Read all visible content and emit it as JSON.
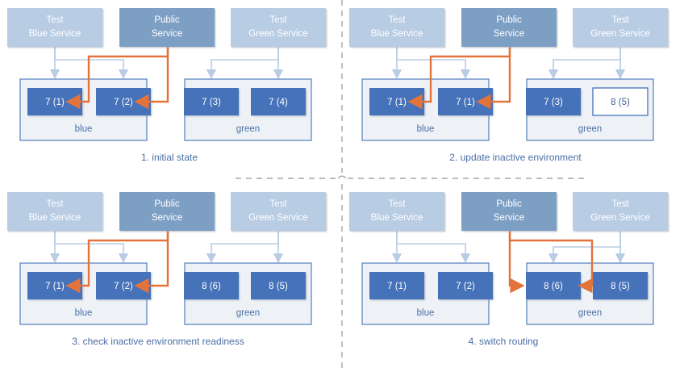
{
  "diagram": {
    "title_present": false,
    "colors": {
      "test_service_fill": "#b8cce4",
      "public_service_fill": "#7e9fc4",
      "version_box_fill": "#4472b8",
      "version_box_inactive_fill": "#ffffff",
      "version_box_inactive_border": "#4472b8",
      "env_container_fill": "#eef2f7",
      "env_container_border": "#4472b8",
      "connector_blue": "#b8cce4",
      "connector_orange": "#e2733b",
      "caption_text": "#4a6fa5",
      "divider": "#a6a6a6",
      "service_text": "#ffffff"
    },
    "panels": [
      {
        "id": "panel-1",
        "caption": "1. initial state",
        "services": [
          {
            "name": "test-blue-service",
            "line1": "Test",
            "line2": "Blue Service",
            "style": "light"
          },
          {
            "name": "public-service",
            "line1": "Public",
            "line2": "Service",
            "style": "dark"
          },
          {
            "name": "test-green-service",
            "line1": "Test",
            "line2": "Green Service",
            "style": "light"
          }
        ],
        "environments": [
          {
            "name": "blue",
            "label": "blue",
            "instances": [
              {
                "label": "7 (1)",
                "state": "active"
              },
              {
                "label": "7 (2)",
                "state": "active"
              }
            ]
          },
          {
            "name": "green",
            "label": "green",
            "instances": [
              {
                "label": "7 (3)",
                "state": "active"
              },
              {
                "label": "7 (4)",
                "state": "active"
              }
            ]
          }
        ],
        "routing": {
          "public_traffic_target_env": "blue",
          "public_targets": [
            "7 (1)",
            "7 (2)"
          ]
        }
      },
      {
        "id": "panel-2",
        "caption": "2. update inactive environment",
        "services": [
          {
            "name": "test-blue-service",
            "line1": "Test",
            "line2": "Blue Service",
            "style": "light"
          },
          {
            "name": "public-service",
            "line1": "Public",
            "line2": "Service",
            "style": "dark"
          },
          {
            "name": "test-green-service",
            "line1": "Test",
            "line2": "Green Service",
            "style": "light"
          }
        ],
        "environments": [
          {
            "name": "blue",
            "label": "blue",
            "instances": [
              {
                "label": "7 (1)",
                "state": "active"
              },
              {
                "label": "7 (1)",
                "state": "active"
              }
            ]
          },
          {
            "name": "green",
            "label": "green",
            "instances": [
              {
                "label": "7 (3)",
                "state": "active"
              },
              {
                "label": "8 (5)",
                "state": "updating"
              }
            ]
          }
        ],
        "routing": {
          "public_traffic_target_env": "blue",
          "public_targets": [
            "7 (1)",
            "7 (1)"
          ]
        }
      },
      {
        "id": "panel-3",
        "caption": "3. check inactive environment readiness",
        "services": [
          {
            "name": "test-blue-service",
            "line1": "Test",
            "line2": "Blue Service",
            "style": "light"
          },
          {
            "name": "public-service",
            "line1": "Public",
            "line2": "Service",
            "style": "dark"
          },
          {
            "name": "test-green-service",
            "line1": "Test",
            "line2": "Green Service",
            "style": "light"
          }
        ],
        "environments": [
          {
            "name": "blue",
            "label": "blue",
            "instances": [
              {
                "label": "7 (1)",
                "state": "active"
              },
              {
                "label": "7 (2)",
                "state": "active"
              }
            ]
          },
          {
            "name": "green",
            "label": "green",
            "instances": [
              {
                "label": "8 (6)",
                "state": "active"
              },
              {
                "label": "8 (5)",
                "state": "active"
              }
            ]
          }
        ],
        "routing": {
          "public_traffic_target_env": "blue",
          "public_targets": [
            "7 (1)",
            "7 (2)"
          ]
        }
      },
      {
        "id": "panel-4",
        "caption": "4. switch routing",
        "services": [
          {
            "name": "test-blue-service",
            "line1": "Test",
            "line2": "Blue Service",
            "style": "light"
          },
          {
            "name": "public-service",
            "line1": "Public",
            "line2": "Service",
            "style": "dark"
          },
          {
            "name": "test-green-service",
            "line1": "Test",
            "line2": "Green Service",
            "style": "light"
          }
        ],
        "environments": [
          {
            "name": "blue",
            "label": "blue",
            "instances": [
              {
                "label": "7 (1)",
                "state": "active"
              },
              {
                "label": "7 (2)",
                "state": "active"
              }
            ]
          },
          {
            "name": "green",
            "label": "green",
            "instances": [
              {
                "label": "8 (6)",
                "state": "active"
              },
              {
                "label": "8 (5)",
                "state": "active"
              }
            ]
          }
        ],
        "routing": {
          "public_traffic_target_env": "green",
          "public_targets": [
            "8 (6)",
            "8 (5)"
          ]
        }
      }
    ]
  }
}
